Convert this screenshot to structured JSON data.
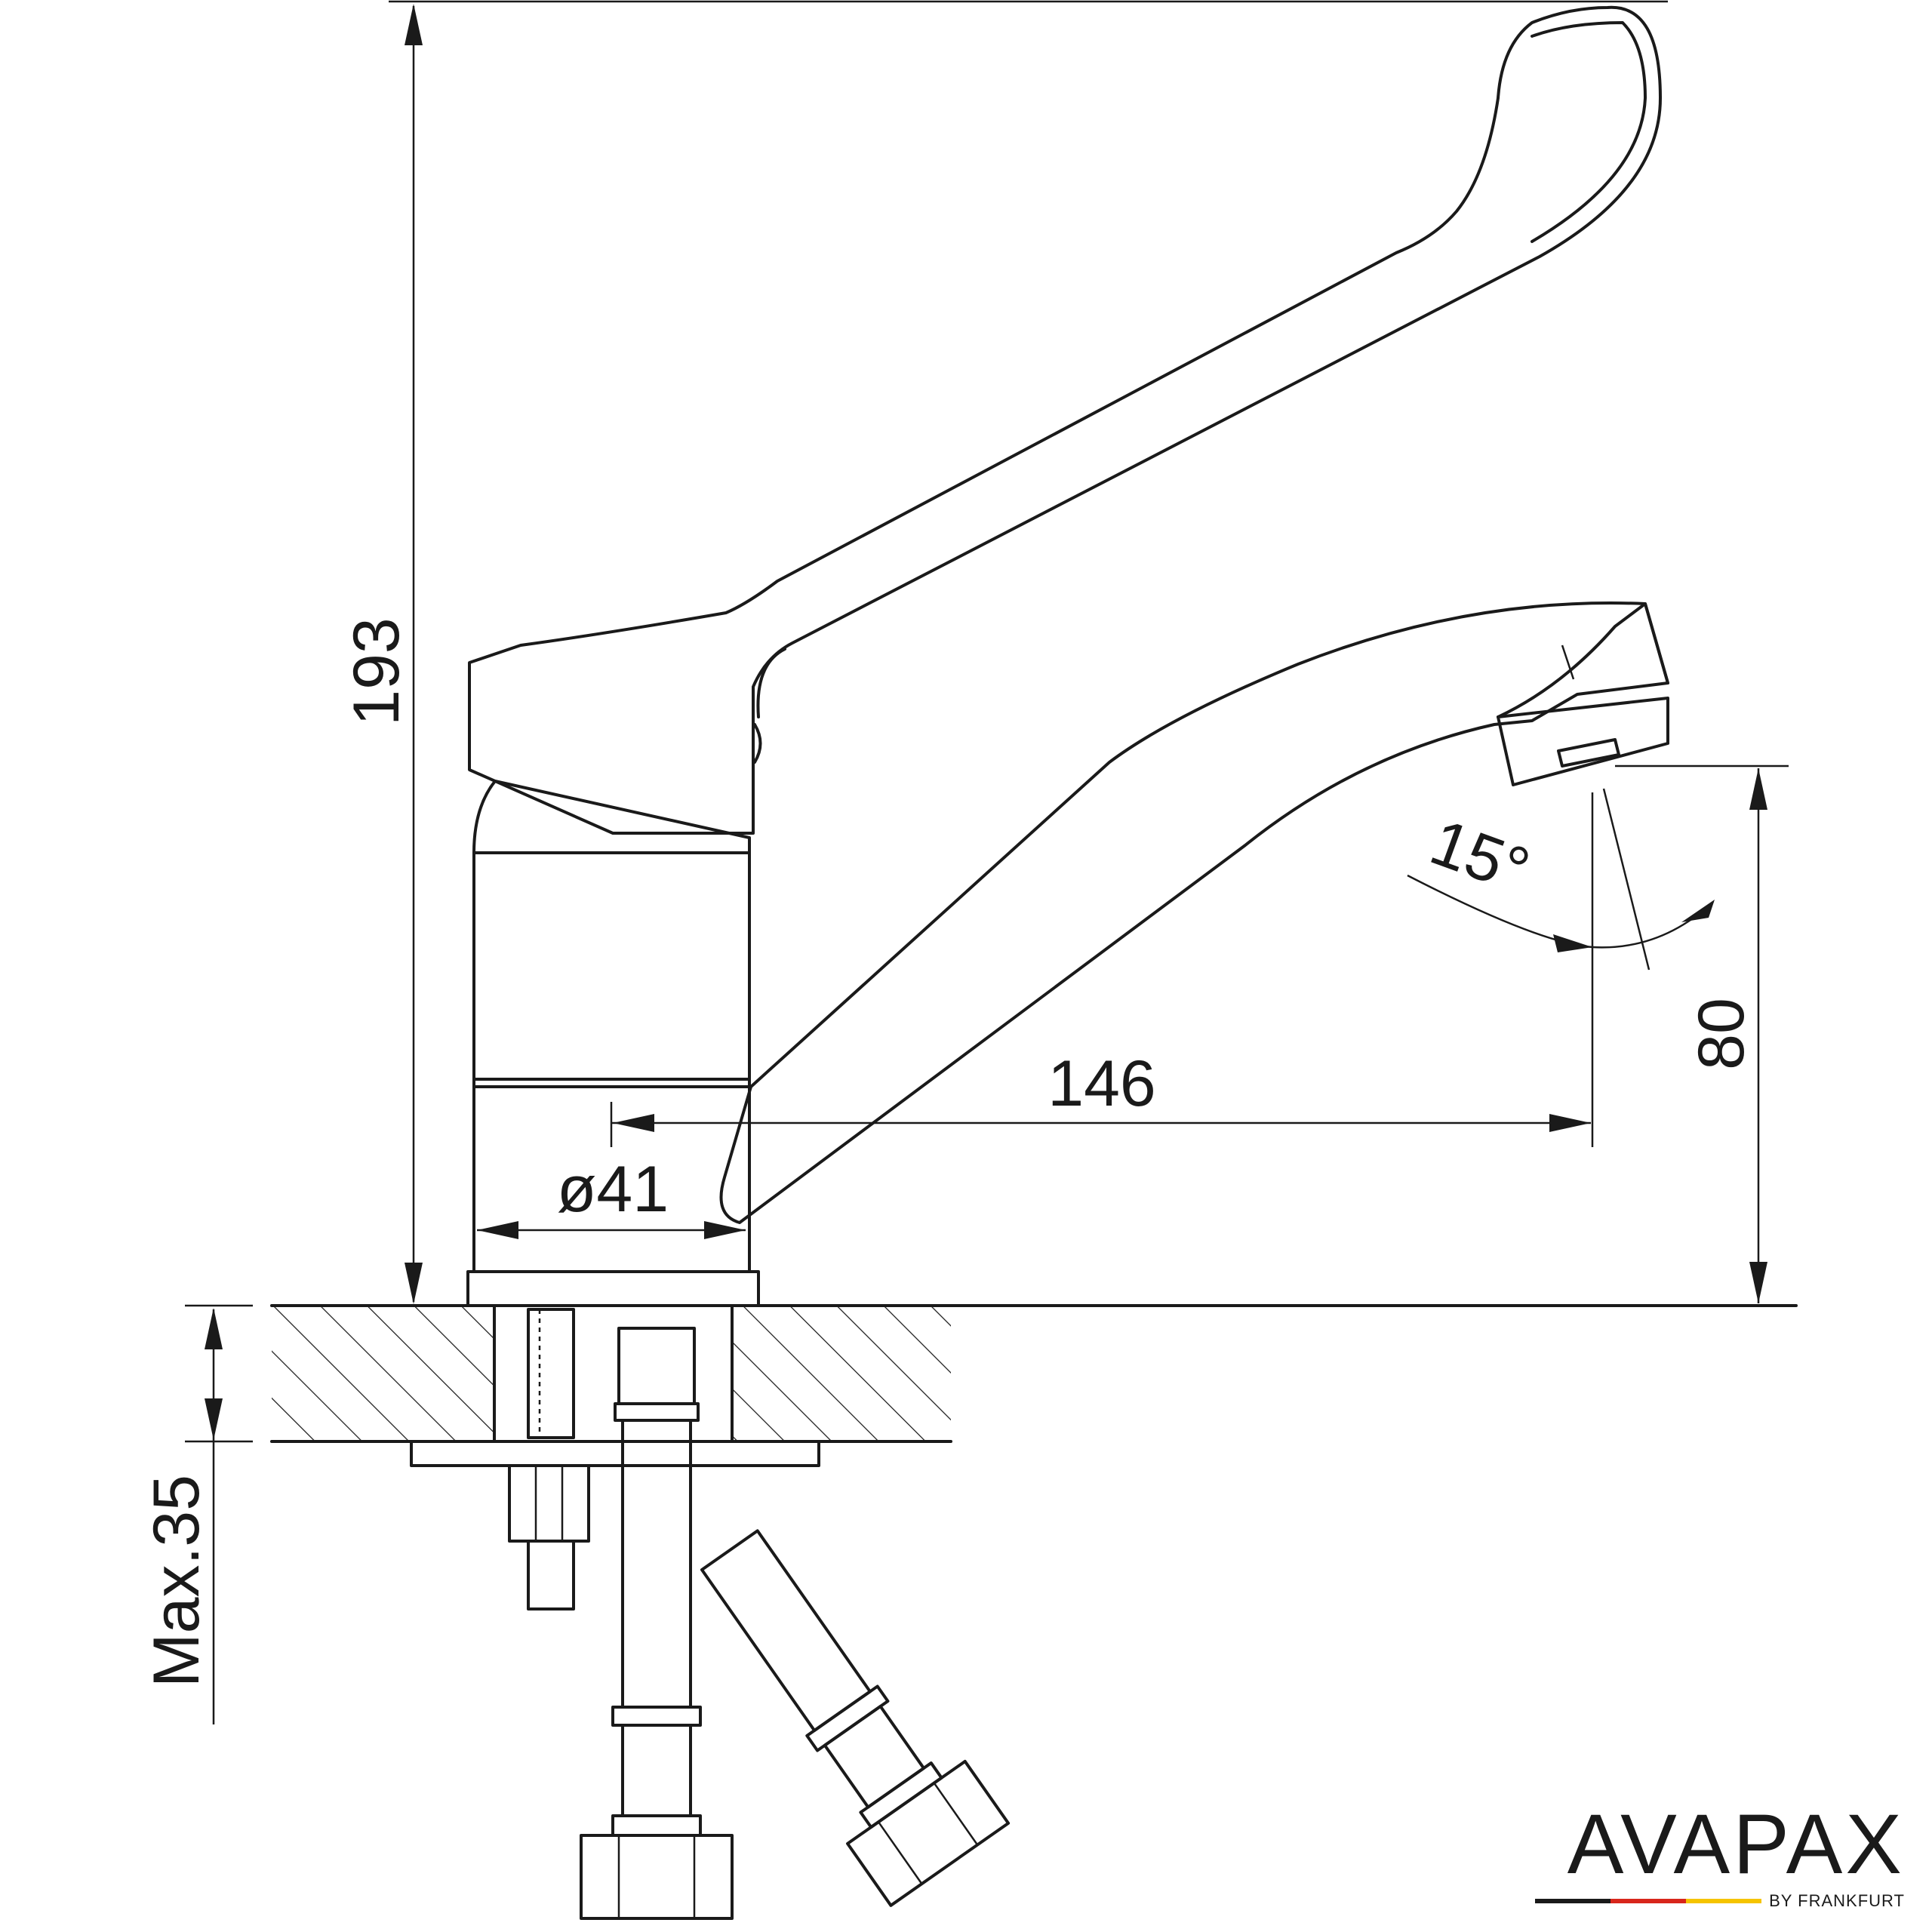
{
  "dimensions": {
    "total_height": "193",
    "outlet_height": "80",
    "reach": "146",
    "body_diameter": "ø41",
    "spout_angle": "15°",
    "max_countertop": "Max.35"
  },
  "brand": {
    "name": "AVAPAX",
    "tagline": "BY FRANKFURT",
    "stripe_colors": [
      "#1a1a1a",
      "#d8261c",
      "#f5c400"
    ]
  }
}
